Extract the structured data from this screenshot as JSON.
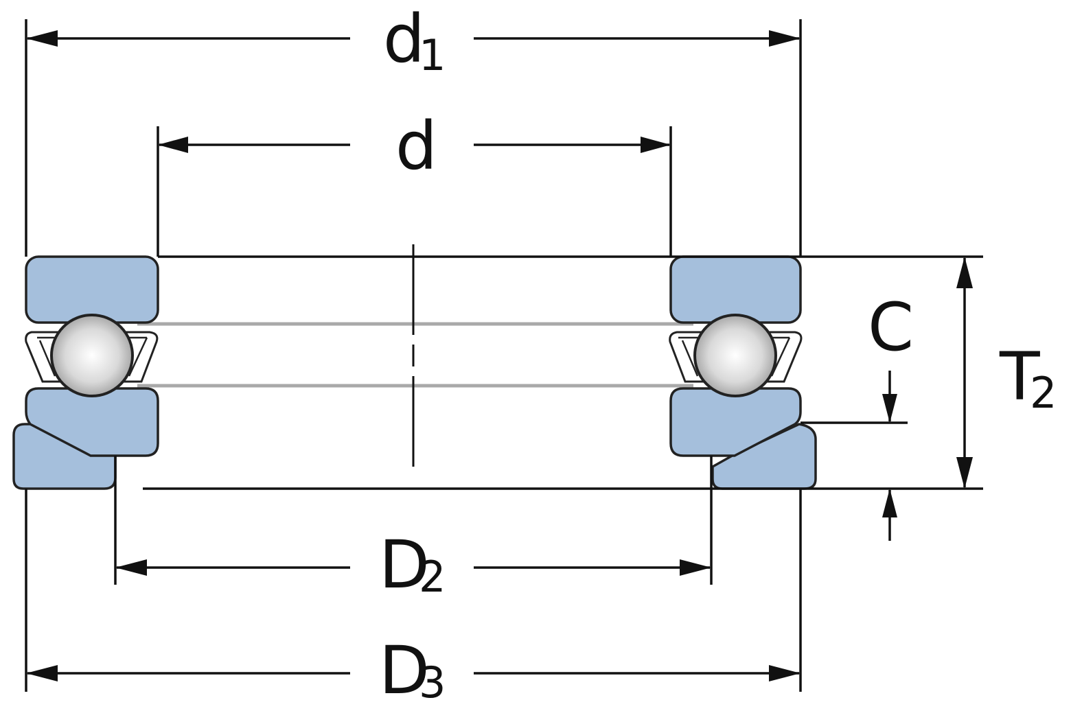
{
  "labels": {
    "d1": {
      "main": "d",
      "sub": "1"
    },
    "d": {
      "main": "d"
    },
    "C": {
      "main": "C"
    },
    "T2": {
      "main": "T",
      "sub": "2"
    },
    "D2": {
      "main": "D",
      "sub": "2"
    },
    "D3": {
      "main": "D",
      "sub": "3"
    }
  },
  "colors": {
    "ring_fill": "#a5bfdc",
    "outline": "#222222",
    "raceway": "#a9a9a9",
    "ball_highlight": "#ffffff",
    "ball_shade": "#9a9a9a"
  }
}
